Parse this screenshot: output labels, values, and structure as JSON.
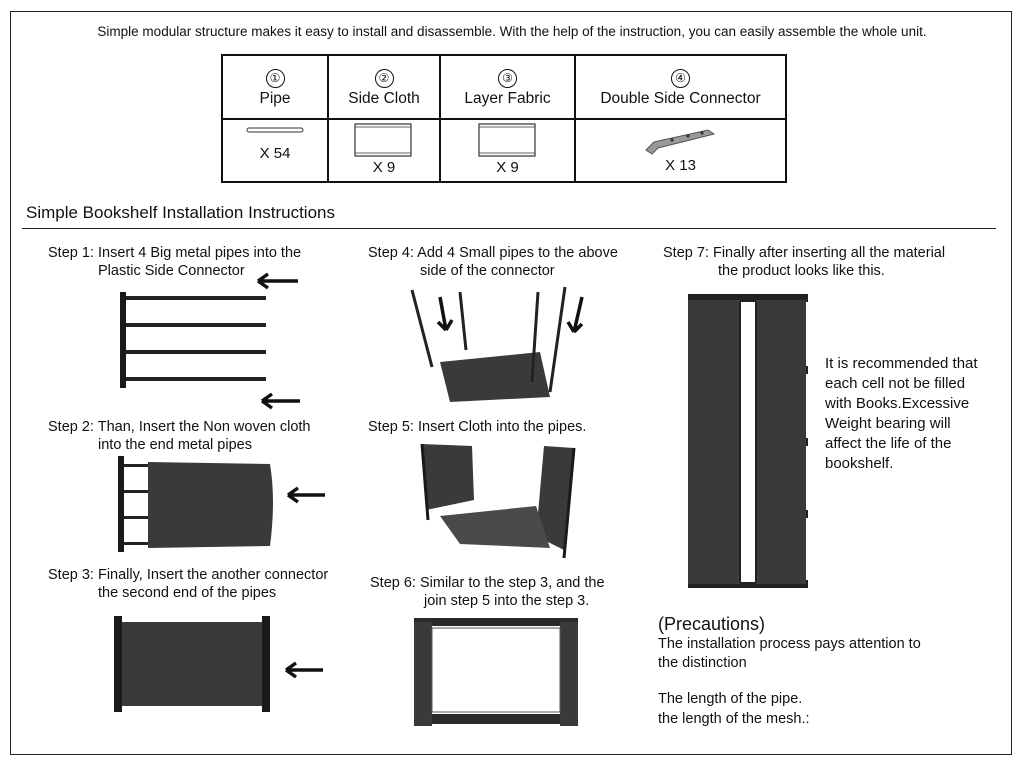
{
  "intro": "Simple modular structure makes it easy to install and disassemble. With the help of the instruction, you can easily assemble the whole unit.",
  "parts": [
    {
      "number": "①",
      "name": "Pipe",
      "qty": "X 54",
      "icon": "pipe-icon"
    },
    {
      "number": "②",
      "name": "Side Cloth",
      "qty": "X 9",
      "icon": "side-cloth-icon"
    },
    {
      "number": "③",
      "name": "Layer Fabric",
      "qty": "X 9",
      "icon": "layer-fabric-icon"
    },
    {
      "number": "④",
      "name": "Double Side Connector",
      "qty": "X 13",
      "icon": "connector-icon"
    }
  ],
  "section_title": "Simple Bookshelf Installation Instructions",
  "steps": {
    "s1": {
      "line1": "Step 1: Insert 4 Big metal pipes into the",
      "line2": "Plastic Side Connector"
    },
    "s2": {
      "line1": "Step 2: Than, Insert the Non woven cloth",
      "line2": "into the end metal pipes"
    },
    "s3": {
      "line1": "Step 3: Finally, Insert the another connector",
      "line2": "the second end of the pipes"
    },
    "s4": {
      "line1": "Step 4: Add 4 Small pipes to the above",
      "line2": "side of the connector"
    },
    "s5": {
      "line1": "Step 5: Insert Cloth into the pipes.",
      "line2": ""
    },
    "s6": {
      "line1": "Step 6: Similar to the step 3, and the",
      "line2": "join step 5 into the step 3."
    },
    "s7": {
      "line1": "Step 7: Finally after inserting all the material",
      "line2": "the product looks like this."
    }
  },
  "recommendation": [
    "It is recommended that",
    "each cell not be filled",
    "with Books.Excessive",
    "Weight bearing will",
    "affect the life of the",
    "bookshelf."
  ],
  "precautions": {
    "title": "(Precautions)",
    "line1": "The installation process pays attention to",
    "line2": "the distinction",
    "line3": "The length of the pipe.",
    "line4": "the length of the mesh.:"
  },
  "colors": {
    "fabric": "#3a3a3a",
    "frame": "#1a1a1a",
    "connector": "#888888"
  }
}
